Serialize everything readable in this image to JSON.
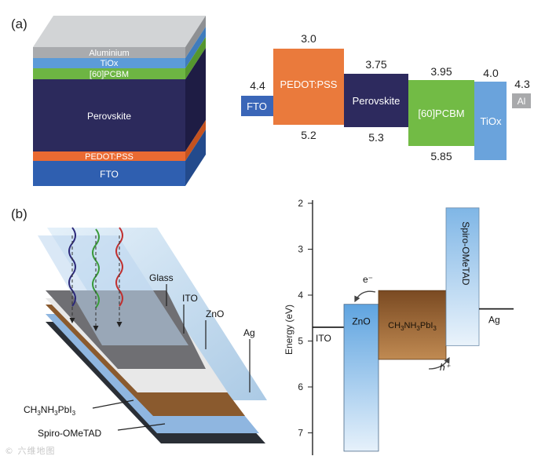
{
  "panel_a": {
    "label": "(a)",
    "stack": {
      "layers": [
        {
          "name": "Aluminium",
          "color": "#a9abae"
        },
        {
          "name": "TiOx",
          "color": "#5c9bd8"
        },
        {
          "name": "[60]PCBM",
          "color": "#6db543"
        },
        {
          "name": "Perovskite",
          "color": "#2c2a5c"
        },
        {
          "name": "PEDOT:PSS",
          "color": "#ea6a32"
        },
        {
          "name": "FTO",
          "color": "#2f5fb0"
        }
      ]
    },
    "energy": {
      "fto": {
        "name": "FTO",
        "top": "4.4",
        "color": "#3a66b8"
      },
      "pedot": {
        "name": "PEDOT:PSS",
        "top": "3.0",
        "bottom": "5.2",
        "color": "#ea7a3c"
      },
      "perov": {
        "name": "Perovskite",
        "top": "3.75",
        "bottom": "5.3",
        "color": "#2d2a5e"
      },
      "pcbm": {
        "name": "[60]PCBM",
        "top": "3.95",
        "bottom": "5.85",
        "color": "#72bb45"
      },
      "tiox": {
        "name": "TiOx",
        "top": "4.0",
        "color": "#6aa3dc"
      },
      "al": {
        "name": "Al",
        "top": "4.3",
        "color": "#a8a9ab"
      }
    }
  },
  "panel_b": {
    "label": "(b)",
    "device": {
      "glass": "Glass",
      "ito": "ITO",
      "zno": "ZnO",
      "ag": "Ag",
      "perov": "CH3NH3PbI3",
      "spiro": "Spiro-OMeTAD"
    },
    "chart": {
      "ylabel": "Energy (eV)",
      "yticks": [
        "2",
        "3",
        "4",
        "5",
        "6",
        "7"
      ],
      "ylim": [
        2,
        7.5
      ],
      "ito": {
        "name": "ITO",
        "level": 4.7
      },
      "ag": {
        "name": "Ag",
        "level": 4.3
      },
      "zno": {
        "name": "ZnO",
        "top": 4.2,
        "bottom": 7.4
      },
      "perov": {
        "name": "CH3NH3PbI3",
        "top": 3.9,
        "bottom": 5.4
      },
      "spiro": {
        "name": "Spiro-OMeTAD",
        "top": 2.1,
        "bottom": 5.1
      },
      "electron": "e⁻",
      "hole": "h⁺"
    }
  },
  "watermark": "© 六维地图"
}
